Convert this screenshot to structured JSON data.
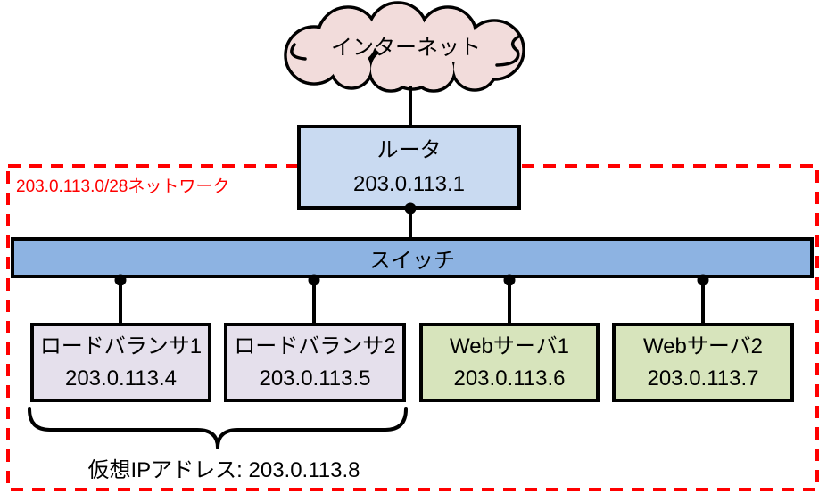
{
  "internet": {
    "label": "インターネット"
  },
  "router": {
    "name": "ルータ",
    "ip": "203.0.113.1"
  },
  "network": {
    "label": "203.0.113.0/28ネットワーク"
  },
  "switch": {
    "label": "スイッチ"
  },
  "nodes": [
    {
      "name": "ロードバランサ1",
      "ip": "203.0.113.4",
      "type": "load-balancer"
    },
    {
      "name": "ロードバランサ2",
      "ip": "203.0.113.5",
      "type": "load-balancer"
    },
    {
      "name": "Webサーバ1",
      "ip": "203.0.113.6",
      "type": "web-server"
    },
    {
      "name": "Webサーバ2",
      "ip": "203.0.113.7",
      "type": "web-server"
    }
  ],
  "virtual_ip": {
    "label": "仮想IPアドレス: 203.0.113.8"
  },
  "colors": {
    "boundary": "#FF0000",
    "cloud_fill": "#F2DCDB",
    "router_fill": "#C9DAF1",
    "switch_fill": "#8DB3E2",
    "load_balancer_fill": "#E5E0EC",
    "web_server_fill": "#D7E4BC",
    "line": "#000000"
  }
}
